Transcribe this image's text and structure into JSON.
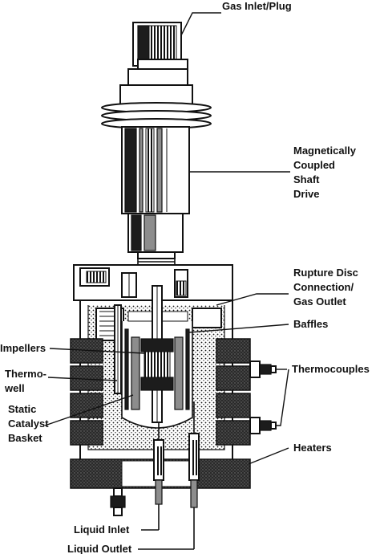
{
  "labels": {
    "gas_inlet": "Gas Inlet/Plug",
    "drive_1": "Magnetically",
    "drive_2": "Coupled",
    "drive_3": "Shaft",
    "drive_4": "Drive",
    "rupture_1": "Rupture Disc",
    "rupture_2": "Connection/",
    "rupture_3": "Gas Outlet",
    "baffles": "Baffles",
    "impellers": "Impellers",
    "thermowell_1": "Thermo-",
    "thermowell_2": "well",
    "thermocouples": "Thermocouples",
    "basket_1": "Static",
    "basket_2": "Catalyst",
    "basket_3": "Basket",
    "heaters": "Heaters",
    "liquid_inlet": "Liquid Inlet",
    "liquid_outlet": "Liquid Outlet"
  },
  "colors": {
    "ink": "#111111",
    "heater": "#1c1c1c",
    "shading": "#8d8d8d",
    "background": "#ffffff"
  }
}
